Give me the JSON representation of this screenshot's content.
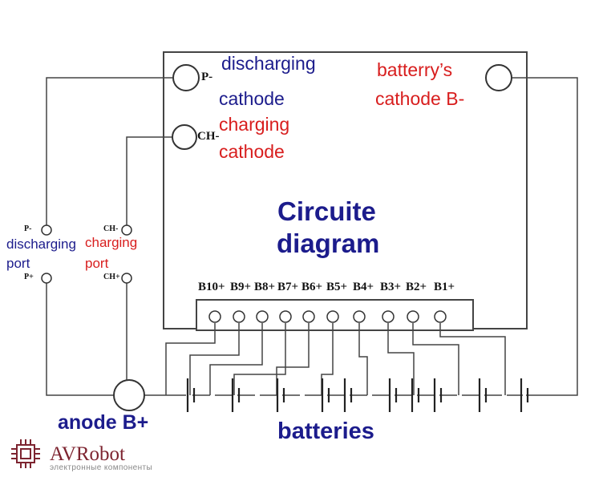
{
  "board": {
    "title_line1": "Circuite",
    "title_line2": "diagram"
  },
  "terminals": {
    "p_minus": "P-",
    "ch_minus": "CH-",
    "left_p_minus": "P-",
    "left_p_plus": "P+",
    "left_ch_minus": "CH-",
    "left_ch_plus": "CH+"
  },
  "labels": {
    "discharging_cathode_1": "discharging",
    "discharging_cathode_2": "cathode",
    "charging_cathode_1": "charging",
    "charging_cathode_2": "cathode",
    "battery_cathode_1": "batterry’s",
    "battery_cathode_2": "cathode B-",
    "discharging_port_1": "discharging",
    "discharging_port_2": "port",
    "charging_port_1": "charging",
    "charging_port_2": "port",
    "anode": "anode B+",
    "batteries": "batteries"
  },
  "balance_pins": [
    "B10+",
    "B9+",
    "B8+",
    "B7+",
    "B6+",
    "B5+",
    "B4+",
    "B3+",
    "B2+",
    "B1+"
  ],
  "colors": {
    "blue_text": "#1c1c8c",
    "red_text": "#d81e1e",
    "wire": "#444444",
    "logo": "#7d2430"
  },
  "logo": {
    "name": "AVRobot",
    "tagline": "электронные компоненты"
  }
}
